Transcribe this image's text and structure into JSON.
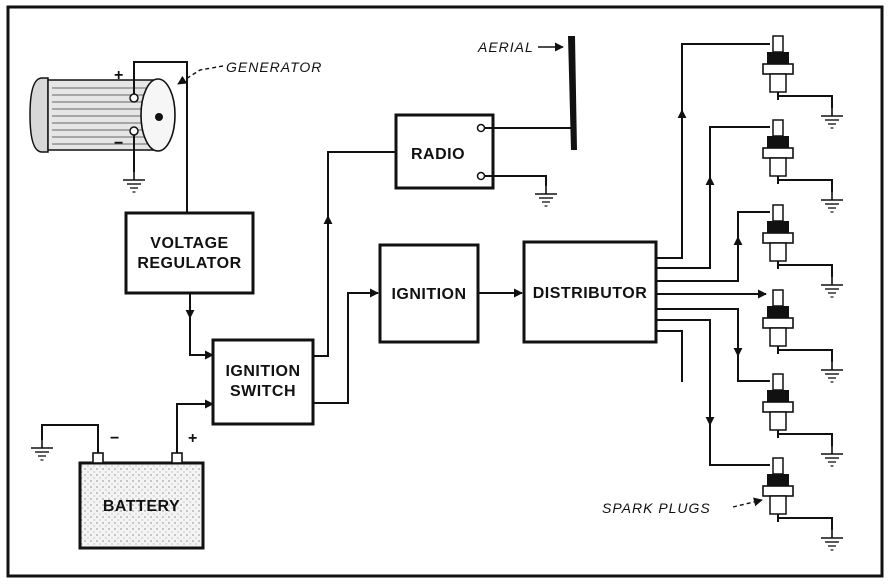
{
  "diagram": {
    "blocks": {
      "voltage_regulator": [
        "VOLTAGE",
        "REGULATOR"
      ],
      "ignition_switch": [
        "IGNITION",
        "SWITCH"
      ],
      "battery": "BATTERY",
      "radio": "RADIO",
      "ignition": "IGNITION",
      "distributor": "DISTRIBUTOR"
    },
    "callouts": {
      "generator": "GENERATOR",
      "aerial": "AERIAL",
      "spark_plugs": "SPARK PLUGS"
    },
    "polarity": {
      "generator_plus": "+",
      "generator_minus": "−",
      "battery_plus": "+",
      "battery_minus": "−"
    },
    "icons": [
      "generator-icon",
      "aerial-icon",
      "spark-plug-icon",
      "ground-icon",
      "battery-icon"
    ],
    "spark_plug_count": 6
  }
}
